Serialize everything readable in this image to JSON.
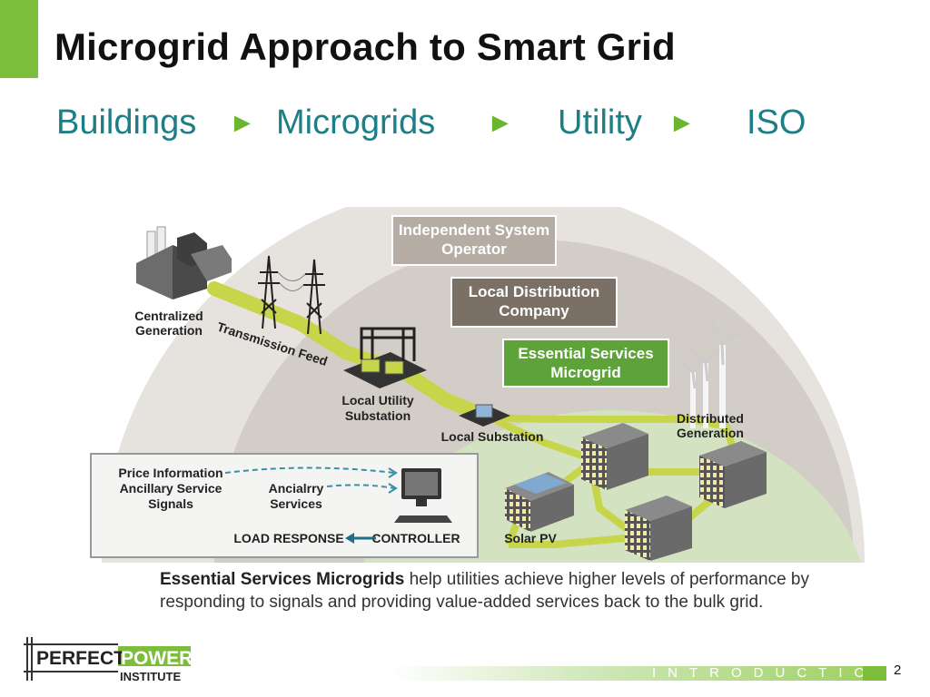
{
  "slide": {
    "title": "Microgrid Approach to Smart Grid",
    "flow": [
      "Buildings",
      "Microgrids",
      "Utility",
      "ISO"
    ],
    "flow_arrow": "►",
    "caption_bold": "Essential Services Microgrids",
    "caption_rest": " help utilities achieve higher levels of performance by responding to signals and providing value-added services back to the bulk grid.",
    "footer_section": "INTRODUCTION",
    "page_number": "2"
  },
  "diagram": {
    "tiers": {
      "iso": [
        "Independent System",
        "Operator"
      ],
      "ldc": [
        "Local Distribution",
        "Company"
      ],
      "esm": [
        "Essential Services",
        "Microgrid"
      ]
    },
    "labels": {
      "centralized": [
        "Centralized",
        "Generation"
      ],
      "transmission": "Transmission Feed",
      "utility_sub": [
        "Local Utility",
        "Substation"
      ],
      "local_sub": "Local Substation",
      "distributed": [
        "Distributed",
        "Generation"
      ],
      "solar": "Solar PV"
    },
    "inset": {
      "price": [
        "Price Information",
        "Ancillary Service",
        "Signals"
      ],
      "ancillary": [
        "Ancialrry",
        "Services"
      ],
      "load": "LOAD RESPONSE",
      "controller": "CONTROLLER"
    }
  },
  "logo": {
    "line1": "PERFECT",
    "line1b": "POWER",
    "line2": "INSTITUTE"
  },
  "colors": {
    "accent": "#7cbd3b",
    "teal": "#1e7e86",
    "iso_box": "#b5aca3",
    "ldc_box": "#7b7066",
    "esm_box": "#5ea33a"
  }
}
